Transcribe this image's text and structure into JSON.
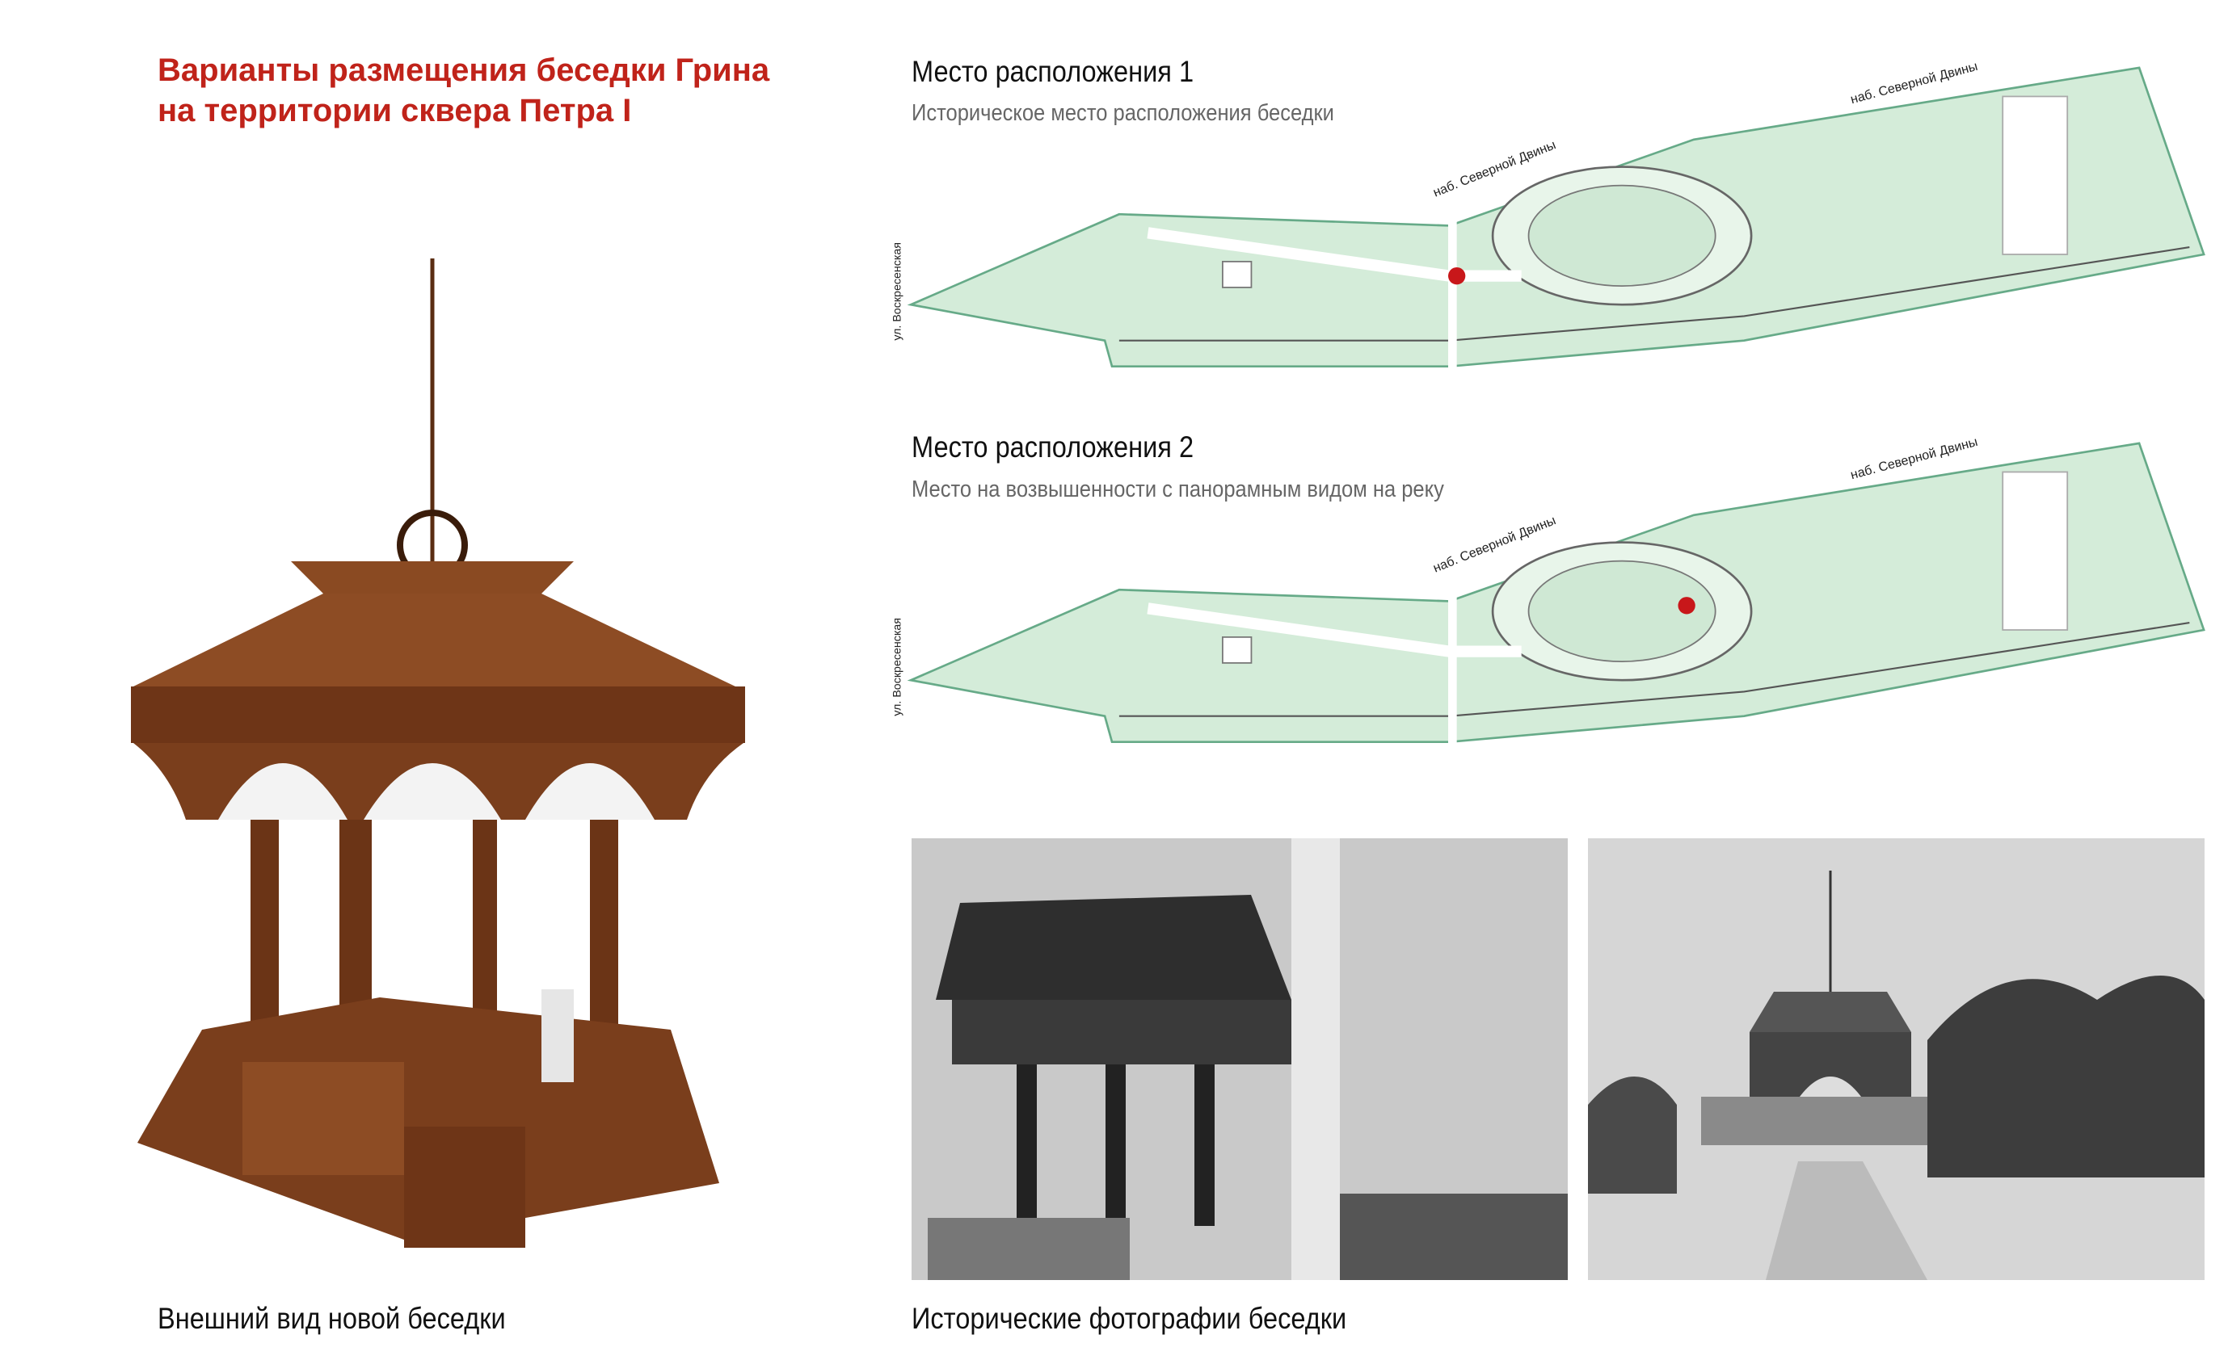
{
  "title": {
    "line1": "Варианты размещения беседки Грина",
    "line2": "на территории сквера Петра I"
  },
  "locations": [
    {
      "title": "Место расположения 1",
      "subtitle": "Историческое место расположения беседки",
      "labels": {
        "embankment_1": "наб. Северной Двины",
        "embankment_2": "наб. Северной Двины",
        "street": "ул. Воскресенская"
      }
    },
    {
      "title": "Место расположения 2",
      "subtitle": "Место на возвышенности с панорамным видом на реку",
      "labels": {
        "embankment_1": "наб. Северной Двины",
        "embankment_2": "наб. Северной Двины",
        "street": "ул. Воскресенская"
      }
    }
  ],
  "captions": {
    "render": "Внешний вид новой беседки",
    "photos": "Исторические фотографии беседки"
  },
  "colors": {
    "title": "#c0231a",
    "park_green": "#d4ecd9",
    "marker": "#c8171a",
    "wood": "#7a3e1c"
  }
}
